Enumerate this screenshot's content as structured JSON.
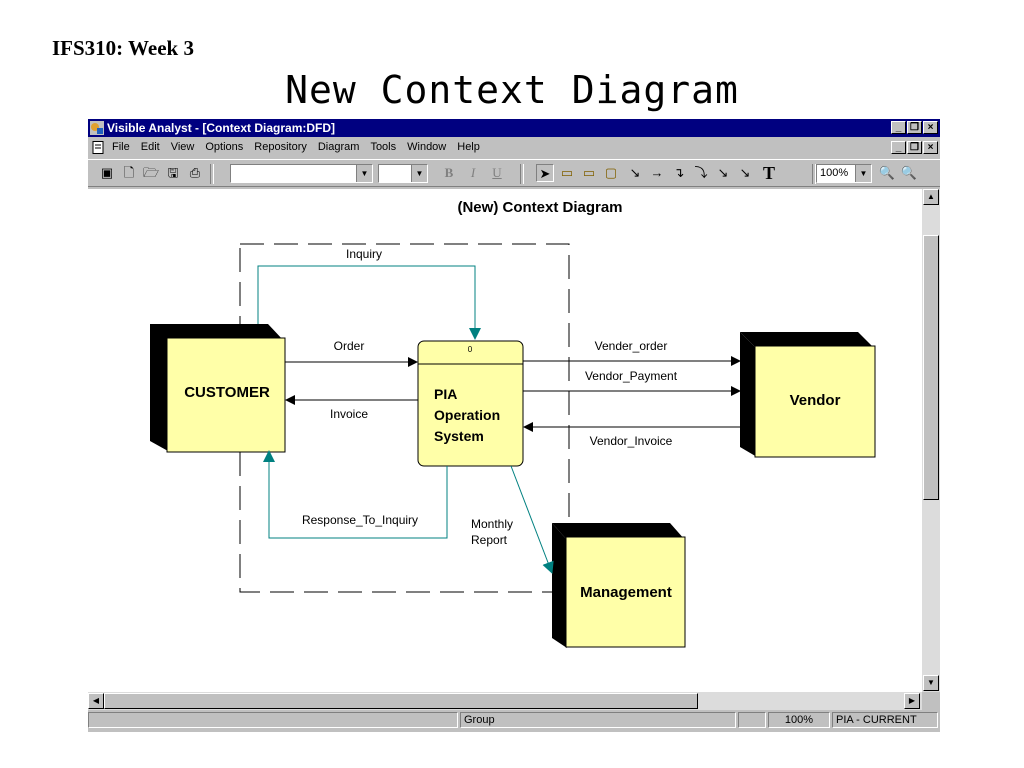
{
  "slide": {
    "label": "IFS310: Week 3",
    "title": "New Context Diagram"
  },
  "window": {
    "title": "Visible Analyst - [Context Diagram:DFD]",
    "menu": [
      "File",
      "Edit",
      "View",
      "Options",
      "Repository",
      "Diagram",
      "Tools",
      "Window",
      "Help"
    ],
    "zoom": "100%"
  },
  "diagram": {
    "title": "(New) Context Diagram",
    "process": {
      "number": "0",
      "line1": "PIA",
      "line2": "Operation",
      "line3": "System"
    },
    "entities": {
      "customer": "CUSTOMER",
      "vendor": "Vendor",
      "management": "Management"
    },
    "flows": {
      "inquiry": "Inquiry",
      "order": "Order",
      "invoice": "Invoice",
      "response": "Response_To_Inquiry",
      "vender_order": "Vender_order",
      "vendor_payment": "Vendor_Payment",
      "vendor_invoice": "Vendor_Invoice",
      "monthly_line1": "Monthly",
      "monthly_line2": "Report"
    }
  },
  "status": {
    "mode": "Group",
    "zoom": "100%",
    "project": "PIA - CURRENT"
  },
  "colors": {
    "entity_fill": "#ffffa8",
    "teal_flow": "#008080",
    "title_bar": "#000080"
  }
}
